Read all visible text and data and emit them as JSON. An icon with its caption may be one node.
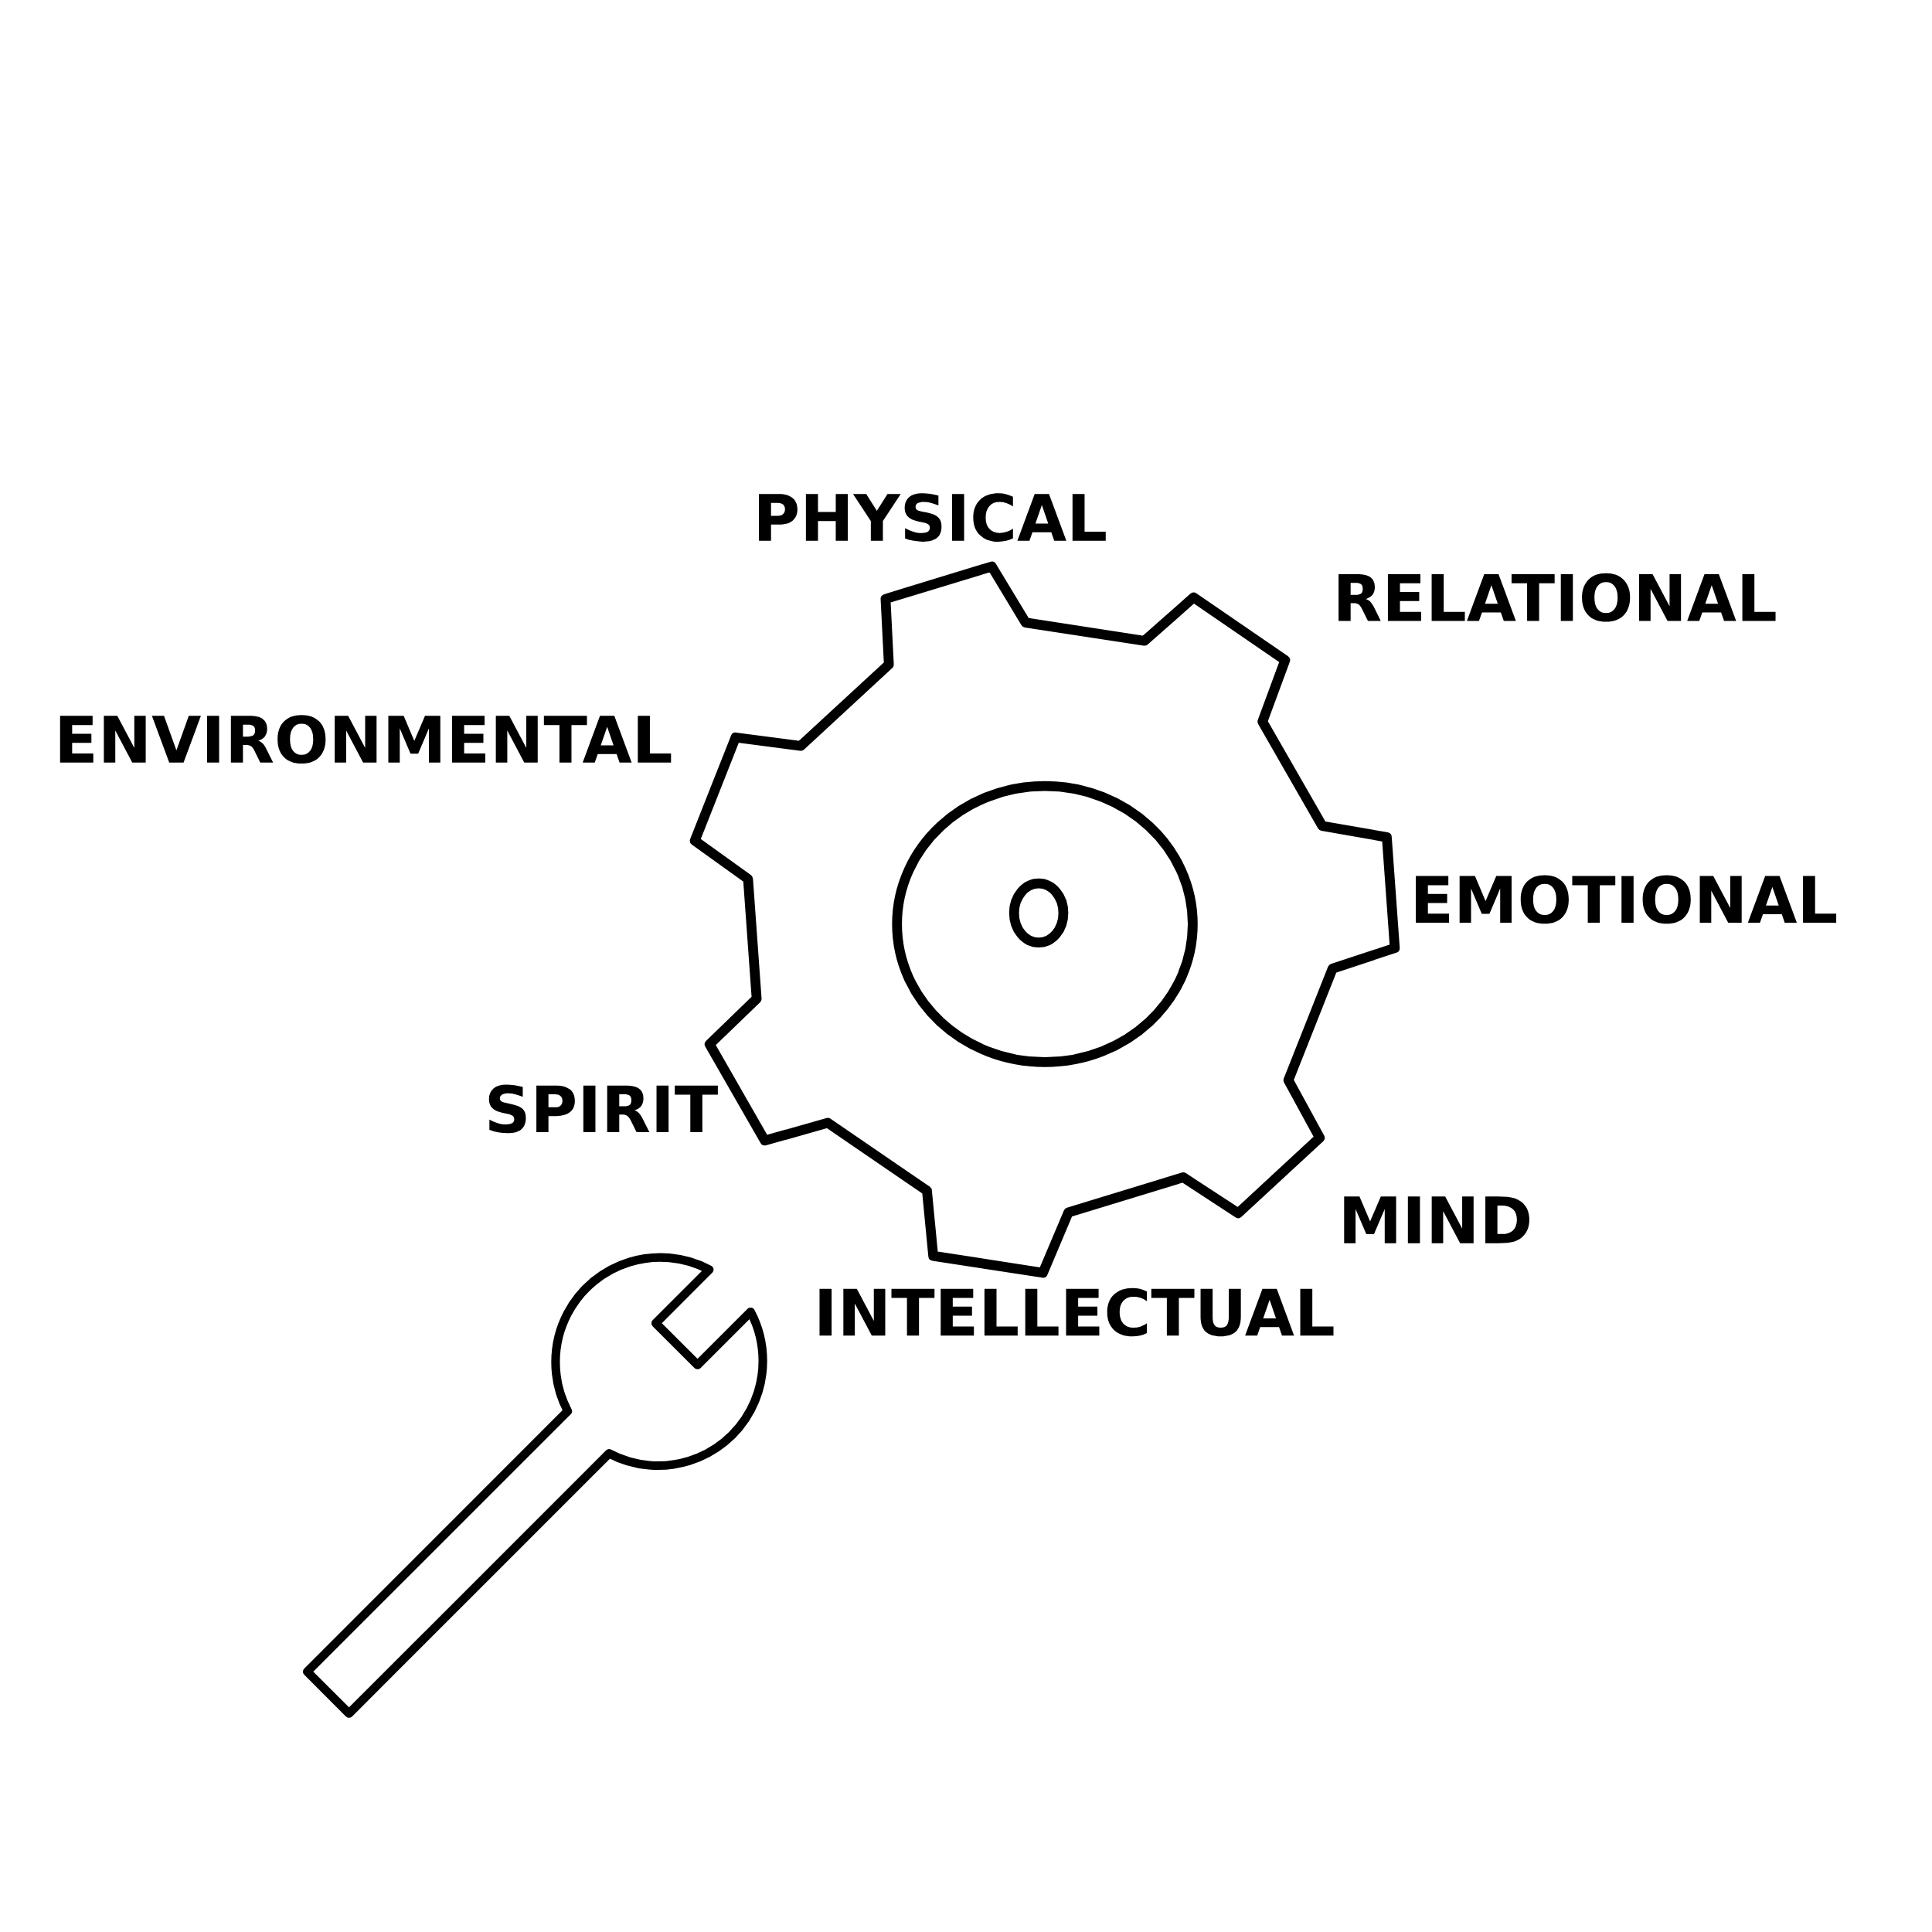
{
  "diagram": {
    "labels": [
      "PHYSICAL",
      "RELATIONAL",
      "ENVIRONMENTAL",
      "EMOTIONAL",
      "SPIRIT",
      "MIND",
      "INTELLECTUAL"
    ]
  }
}
